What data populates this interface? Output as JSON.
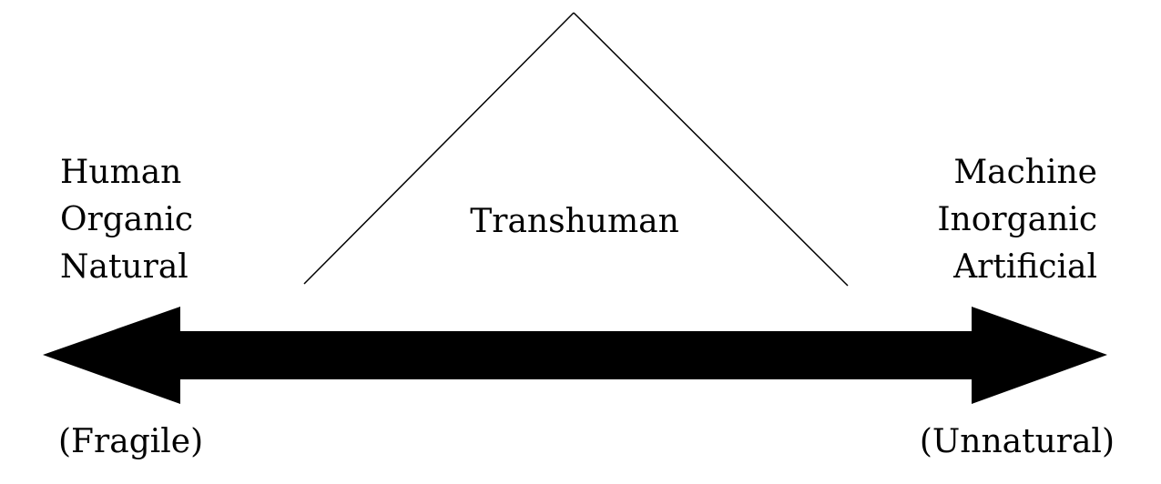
{
  "left": {
    "lines": [
      "Human",
      "Organic",
      "Natural"
    ],
    "note": "(Fragile)"
  },
  "right": {
    "lines": [
      "Machine",
      "Inorganic",
      "Artificial"
    ],
    "note": "(Unnatural)"
  },
  "center": {
    "label": "Transhuman"
  },
  "colors": {
    "ink": "#000000",
    "background": "#ffffff"
  },
  "icons": {
    "axis": "double-headed-arrow-icon",
    "apex": "triangle-peak-icon"
  }
}
